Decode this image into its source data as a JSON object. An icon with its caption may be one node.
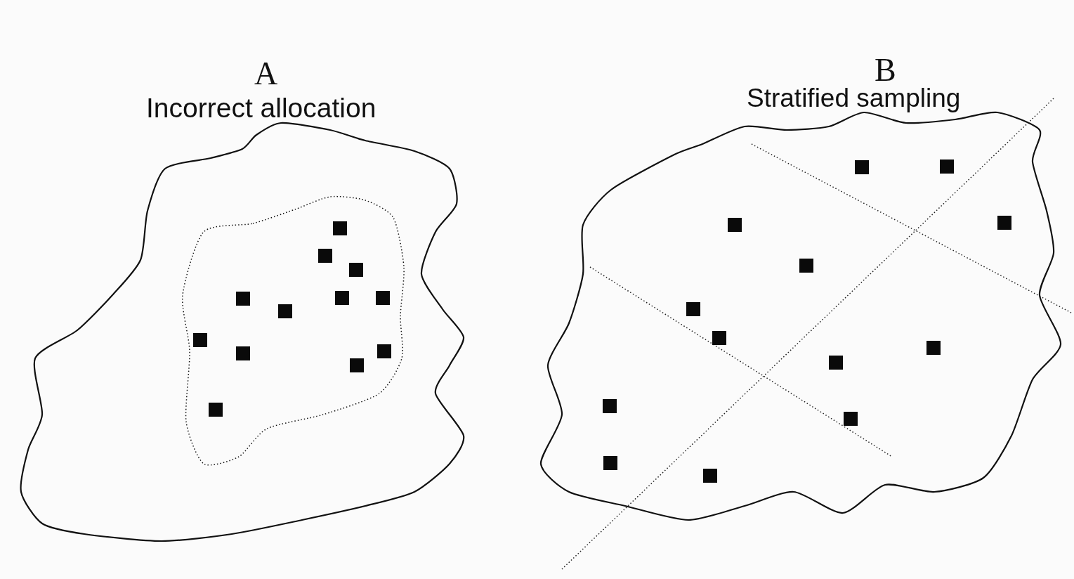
{
  "diagram": {
    "labels": [
      "A",
      "Incorrect allocation",
      "B",
      "Stratified sampling"
    ]
  }
}
